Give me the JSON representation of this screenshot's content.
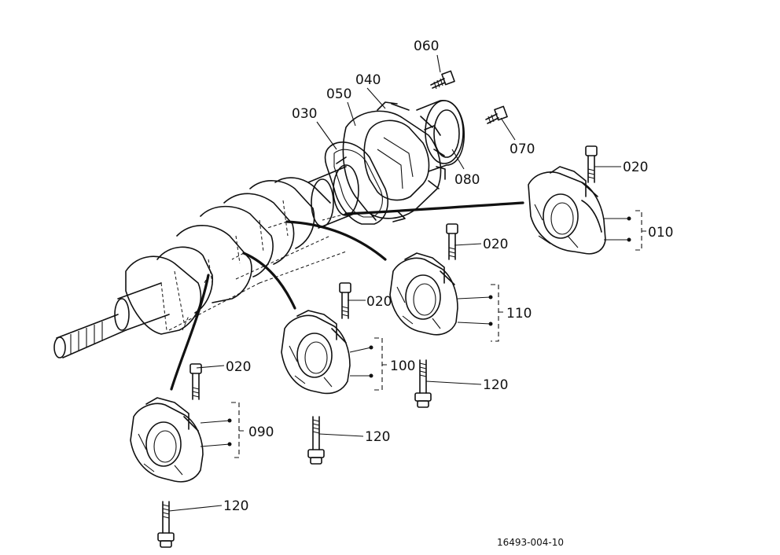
{
  "labels": {
    "p010": "010",
    "p020": "020",
    "p030": "030",
    "p040": "040",
    "p050": "050",
    "p060": "060",
    "p070": "070",
    "p080": "080",
    "p090": "090",
    "p100": "100",
    "p110": "110",
    "p120": "120"
  },
  "drawing_number": "16493-004-10"
}
